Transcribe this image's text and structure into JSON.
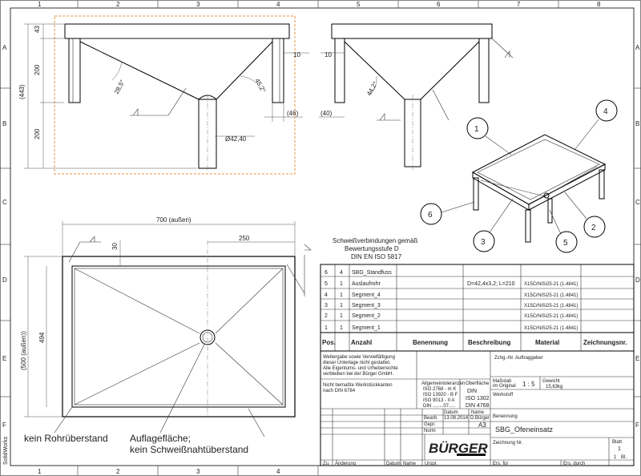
{
  "frame": {
    "cols": [
      "1",
      "2",
      "3",
      "4",
      "5",
      "6",
      "7",
      "8"
    ],
    "rows": [
      "A",
      "B",
      "C",
      "D",
      "E",
      "F"
    ],
    "side_label": "SolidWorks"
  },
  "front_view": {
    "dims": {
      "d43": "43",
      "d200a": "200",
      "d443": "(443)",
      "d200b": "200",
      "d10": "10",
      "d46": "(46)",
      "d4240": "Ø42,40"
    },
    "angles": {
      "a285": "28,5°",
      "a452": "45,2°"
    }
  },
  "side_view": {
    "dims": {
      "d10": "10",
      "d40": "(40)"
    },
    "angles": {
      "a442": "44,2°"
    }
  },
  "top_view": {
    "dims": {
      "d700": "700 (außen)",
      "d250": "250",
      "d30": "30",
      "d494": "494",
      "d500": "(500 (außen))"
    }
  },
  "iso_view": {
    "balloons": [
      "1",
      "4",
      "6",
      "2",
      "3",
      "5"
    ]
  },
  "notes": {
    "weld_title": [
      "Schweißverbindungen gemäß",
      "Bewertungsstufe D",
      "DIN EN ISO 5817"
    ],
    "no_tube": "kein Rohrüberstand",
    "support": [
      "Auflagefläche;",
      "kein Schweißnahtüberstand"
    ]
  },
  "bom": {
    "headers": [
      "Pos.",
      "Anzahl",
      "Benennung",
      "Beschreibung",
      "Material",
      "Zeichnungsnr."
    ],
    "rows": [
      {
        "pos": "6",
        "qty": "4",
        "name": "SBG_Standfuss",
        "desc": "",
        "mat": ""
      },
      {
        "pos": "5",
        "qty": "1",
        "name": "Auslaufrohr",
        "desc": "D=42,4x3,2; L=210",
        "mat": "X15CrNiSi25-21 (1.4841)"
      },
      {
        "pos": "4",
        "qty": "1",
        "name": "Segment_4",
        "desc": "",
        "mat": "X15CrNiSi25-21 (1.4841)"
      },
      {
        "pos": "3",
        "qty": "1",
        "name": "Segment_3",
        "desc": "",
        "mat": "X15CrNiSi25-21 (1.4841)"
      },
      {
        "pos": "2",
        "qty": "1",
        "name": "Segment_2",
        "desc": "",
        "mat": "X15CrNiSi25-21 (1.4841)"
      },
      {
        "pos": "1",
        "qty": "1",
        "name": "Segment_1",
        "desc": "",
        "mat": "X15CrNiSi25-21 (1.4841)"
      }
    ]
  },
  "titleblock": {
    "copyright": [
      "Weitergabe sowie Vervielfältigung",
      "dieser Unterlage nicht gestattet.",
      "Alle Eigentums- und Urheberrechte",
      "verbleiben bei der Bürger GmbH."
    ],
    "tolerance": [
      "Nicht bemaßte Werkstückkanten",
      "nach DIN 6784"
    ],
    "general_tol": [
      "Allgemeintoleranzen",
      "ISO 2768 - m K",
      "ISO 13920 - B F",
      "ISO 9013 - II A",
      "DIN ........07....."
    ],
    "surface": [
      "Oberfläche",
      "DIN",
      "ISO 1302",
      "DIN 4768"
    ],
    "drawing_ref": "Zchg.-Nr. Auftraggeber",
    "scale_label": "Maßstab",
    "original": "im Original",
    "scale": "1 : 5",
    "weight_label": "Gewicht",
    "weight": "15,63kg",
    "material_label": "Werkstoff",
    "col_datum": "Datum",
    "col_name": "Name",
    "bearb_label": "Bearb.",
    "bearb_date": "13.08.2014",
    "bearb_name": "D.Bürger",
    "gepr": "Gepr.",
    "norm": "Norm",
    "format": "A3",
    "benennung_label": "Benennung",
    "title": "SBG_Ofeneinsatz",
    "logo": "BÜRGER",
    "zeichnung_label": "Zeichnung Nr.",
    "blatt_label": "Blatt",
    "blatt": "1",
    "blatt_total": "1",
    "bl": "Bl.",
    "footer": [
      "Zu.",
      "Änderung",
      "Datum",
      "Name",
      "Urspr.",
      "Ers. für",
      "Ers. durch"
    ]
  }
}
